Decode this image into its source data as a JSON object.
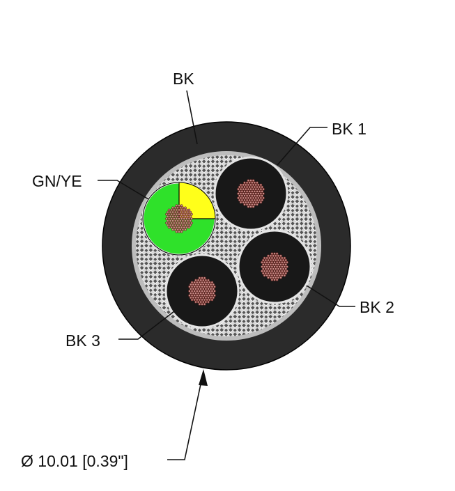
{
  "labels": {
    "jacket": "BK",
    "core_ground": "GN/YE",
    "core_1": "BK 1",
    "core_2": "BK 2",
    "core_3": "BK 3",
    "diameter": "Ø 10.01 [0.39\"]"
  },
  "colors": {
    "jacket": "#2b2b2b",
    "black_core": "#181818",
    "green": "#2fe12a",
    "yellow": "#ffff1a",
    "copper": "#c98f8c",
    "copper_dark": "#6e2a24",
    "braid": "#9a9a9a",
    "leader": "#111111"
  }
}
